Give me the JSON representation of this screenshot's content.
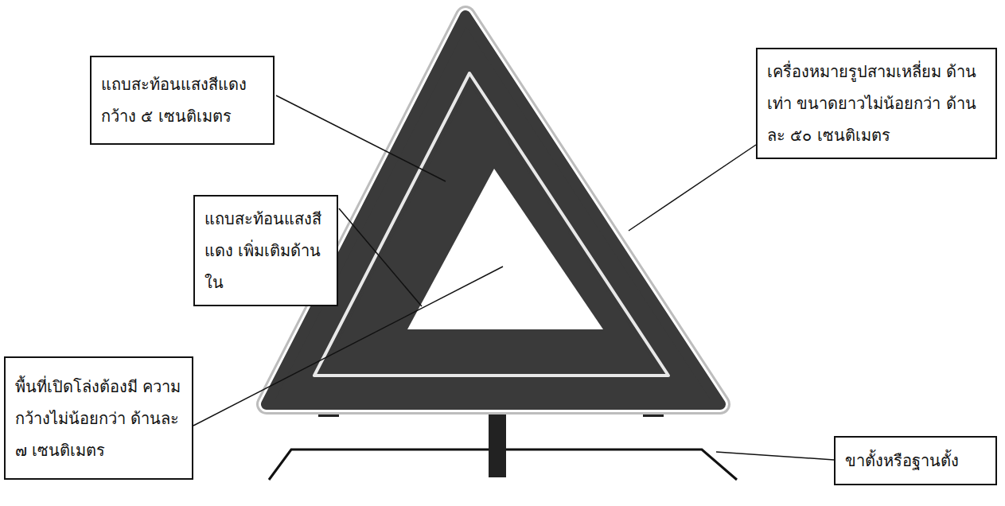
{
  "diagram": {
    "nodes": [
      {
        "text": [
          "แถบสะท้อนแสงสีแดง กว้าง ๕ เซนติเมตร"
        ]
      },
      {
        "text": [
          "เครื่องหมายรูปสามเหลี่ยม ด้านเท่า ขนาดยาวไม่น้อยกว่า ด้านละ ๕๐ เซนติเมตร"
        ]
      },
      {
        "text": [
          "แถบสะท้อนแสงสีแดง เพิ่มเติมด้านใน"
        ]
      },
      {
        "text": [
          "พื้นที่เปิดโล่งต้องมี ความกว้างไม่น้อยกว่า ด้านละ ๗ เซนติเมตร"
        ]
      },
      {
        "text": [
          "ขาตั้งหรือฐานตั้ง"
        ]
      }
    ]
  }
}
